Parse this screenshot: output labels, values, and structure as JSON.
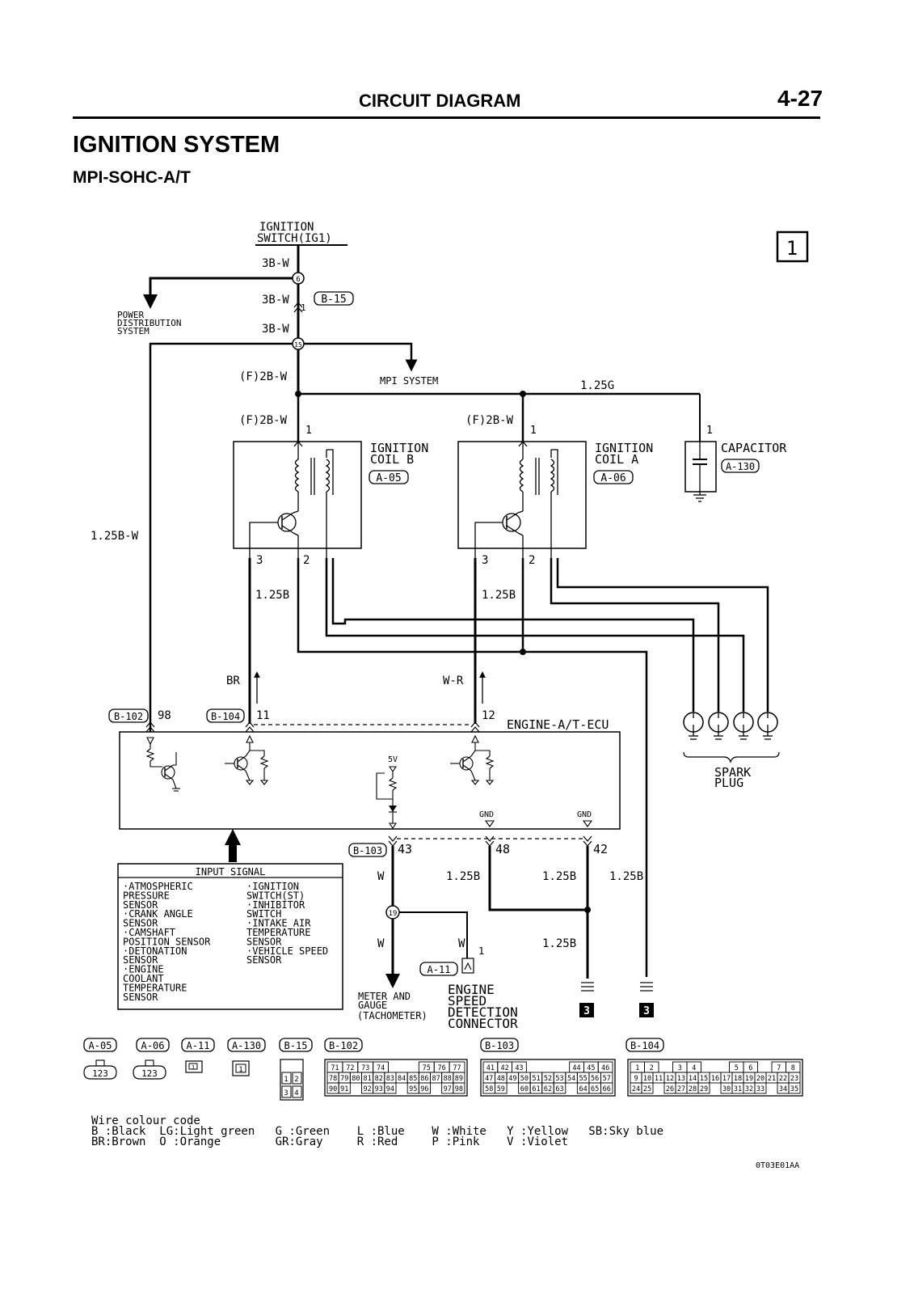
{
  "header": {
    "section": "CIRCUIT DIAGRAM",
    "page": "4-27"
  },
  "system": {
    "title": "IGNITION SYSTEM",
    "subtitle": "MPI-SOHC-A/T"
  },
  "sheet_no": "1",
  "components": {
    "ign_switch": [
      "IGNITION",
      "SWITCH(IG1)"
    ],
    "power_dist": [
      "POWER",
      "DISTRIBUTION",
      "SYSTEM"
    ],
    "mpi_system": "MPI SYSTEM",
    "coil_b": [
      "IGNITION",
      "COIL  B"
    ],
    "coil_a": [
      "IGNITION",
      "COIL  A"
    ],
    "capacitor": "CAPACITOR",
    "ecu": "ENGINE-A/T-ECU",
    "spark_plug": [
      "SPARK",
      "PLUG"
    ],
    "meter": [
      "METER AND",
      "GAUGE",
      "(TACHOMETER)"
    ],
    "speed_conn": [
      "ENGINE",
      "SPEED",
      "DETECTION",
      "CONNECTOR"
    ],
    "ecu_5v": "5V",
    "ecu_gnd": "GND"
  },
  "wires": {
    "w1": "3B-W",
    "w2": "3B-W",
    "w3": "3B-W",
    "w4": "(F)2B-W",
    "w5": "(F)2B-W",
    "w6": "(F)2B-W",
    "g125": "1.25G",
    "bw125": "1.25B-W",
    "b125_l": "1.25B",
    "b125_r": "1.25B",
    "br": "BR",
    "wr": "W-R",
    "w_43": "W",
    "w_meter": "W",
    "w_conn": "W",
    "b125_48": "1.25B",
    "b125_42a": "1.25B",
    "b125_42b": "1.25B",
    "b125_gnd": "1.25B"
  },
  "connectors": {
    "b15": "B-15",
    "a05": "A-05",
    "a06": "A-06",
    "a130": "A-130",
    "b102": "B-102",
    "b104": "B-104",
    "b103": "B-103",
    "a11": "A-11"
  },
  "junctions": {
    "j6": "6",
    "j15": "15",
    "j19": "19"
  },
  "pins": {
    "p_b15": "1",
    "p_coilb": "1",
    "p_coila": "1",
    "p_cap": "1",
    "p_b3": "3",
    "p_b2": "2",
    "p_a3": "3",
    "p_a2": "2",
    "p98": "98",
    "p11": "11",
    "p12": "12",
    "p43": "43",
    "p48": "48",
    "p42": "42",
    "p_conn": "1"
  },
  "ground_marks": {
    "g1": "3",
    "g2": "3"
  },
  "input_signal": {
    "title": "INPUT SIGNAL",
    "left": [
      "·ATMOSPHERIC",
      " PRESSURE",
      " SENSOR",
      "·CRANK ANGLE",
      " SENSOR",
      "·CAMSHAFT",
      " POSITION SENSOR",
      "·DETONATION",
      " SENSOR",
      "·ENGINE",
      " COOLANT",
      " TEMPERATURE",
      " SENSOR"
    ],
    "right": [
      "·IGNITION",
      " SWITCH(ST)",
      "·INHIBITOR",
      " SWITCH",
      "·INTAKE AIR",
      " TEMPERATURE",
      " SENSOR",
      "·VEHICLE SPEED",
      " SENSOR"
    ]
  },
  "connector_views": {
    "labels": [
      "A-05",
      "A-06",
      "A-11",
      "A-130",
      "B-15",
      "B-102",
      "B-103",
      "B-104"
    ],
    "a05_pins": "123",
    "a06_pins": "123",
    "a11_pin": "1",
    "a130_pin": "1",
    "b15_pins": [
      "1",
      "2",
      "3",
      "4"
    ],
    "b102_rows": [
      [
        "71",
        "72",
        "73",
        "74",
        "",
        "",
        "75",
        "76",
        "77"
      ],
      [
        "78",
        "79",
        "80",
        "81",
        "82",
        "83",
        "84",
        "85",
        "86",
        "87",
        "88",
        "89"
      ],
      [
        "90",
        "91",
        "",
        "92",
        "93",
        "94",
        "",
        "95",
        "96",
        "",
        "97",
        "98"
      ]
    ],
    "b103_rows": [
      [
        "41",
        "42",
        "43",
        "",
        "",
        "",
        "44",
        "45",
        "46"
      ],
      [
        "47",
        "48",
        "49",
        "50",
        "51",
        "52",
        "53",
        "54",
        "55",
        "56",
        "57"
      ],
      [
        "58",
        "59",
        "",
        "60",
        "61",
        "62",
        "63",
        "",
        "64",
        "65",
        "66"
      ]
    ],
    "b104_rows": [
      [
        "1",
        "2",
        "",
        "3",
        "4",
        "",
        "",
        "5",
        "6",
        "",
        "7",
        "8"
      ],
      [
        "9",
        "10",
        "11",
        "12",
        "13",
        "14",
        "15",
        "16",
        "17",
        "18",
        "19",
        "20",
        "21",
        "22",
        "23"
      ],
      [
        "24",
        "25",
        "",
        "26",
        "27",
        "28",
        "29",
        "",
        "30",
        "31",
        "32",
        "33",
        "",
        "34",
        "35"
      ]
    ]
  },
  "legend": {
    "title": "Wire colour code",
    "row1": "B :Black  LG:Light green   G :Green    L :Blue    W :White   Y :Yellow   SB:Sky blue",
    "row2": "BR:Brown  O :Orange        GR:Gray     R :Red     P :Pink    V :Violet"
  },
  "figure_code": "0T03E01AA"
}
